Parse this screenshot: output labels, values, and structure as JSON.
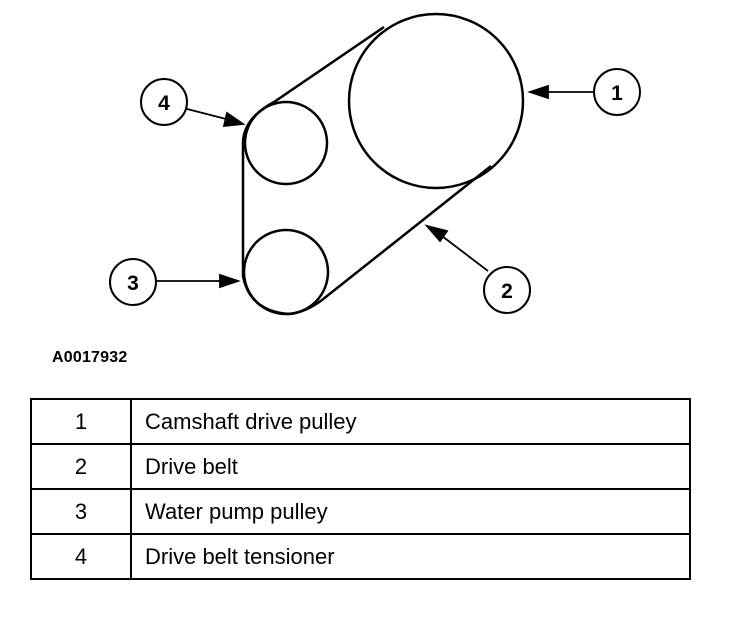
{
  "figure_id": "A0017932",
  "callouts": [
    "1",
    "2",
    "3",
    "4"
  ],
  "legend": [
    {
      "number": "1",
      "description": "Camshaft drive pulley"
    },
    {
      "number": "2",
      "description": "Drive belt"
    },
    {
      "number": "3",
      "description": "Water pump pulley"
    },
    {
      "number": "4",
      "description": "Drive belt tensioner"
    }
  ]
}
